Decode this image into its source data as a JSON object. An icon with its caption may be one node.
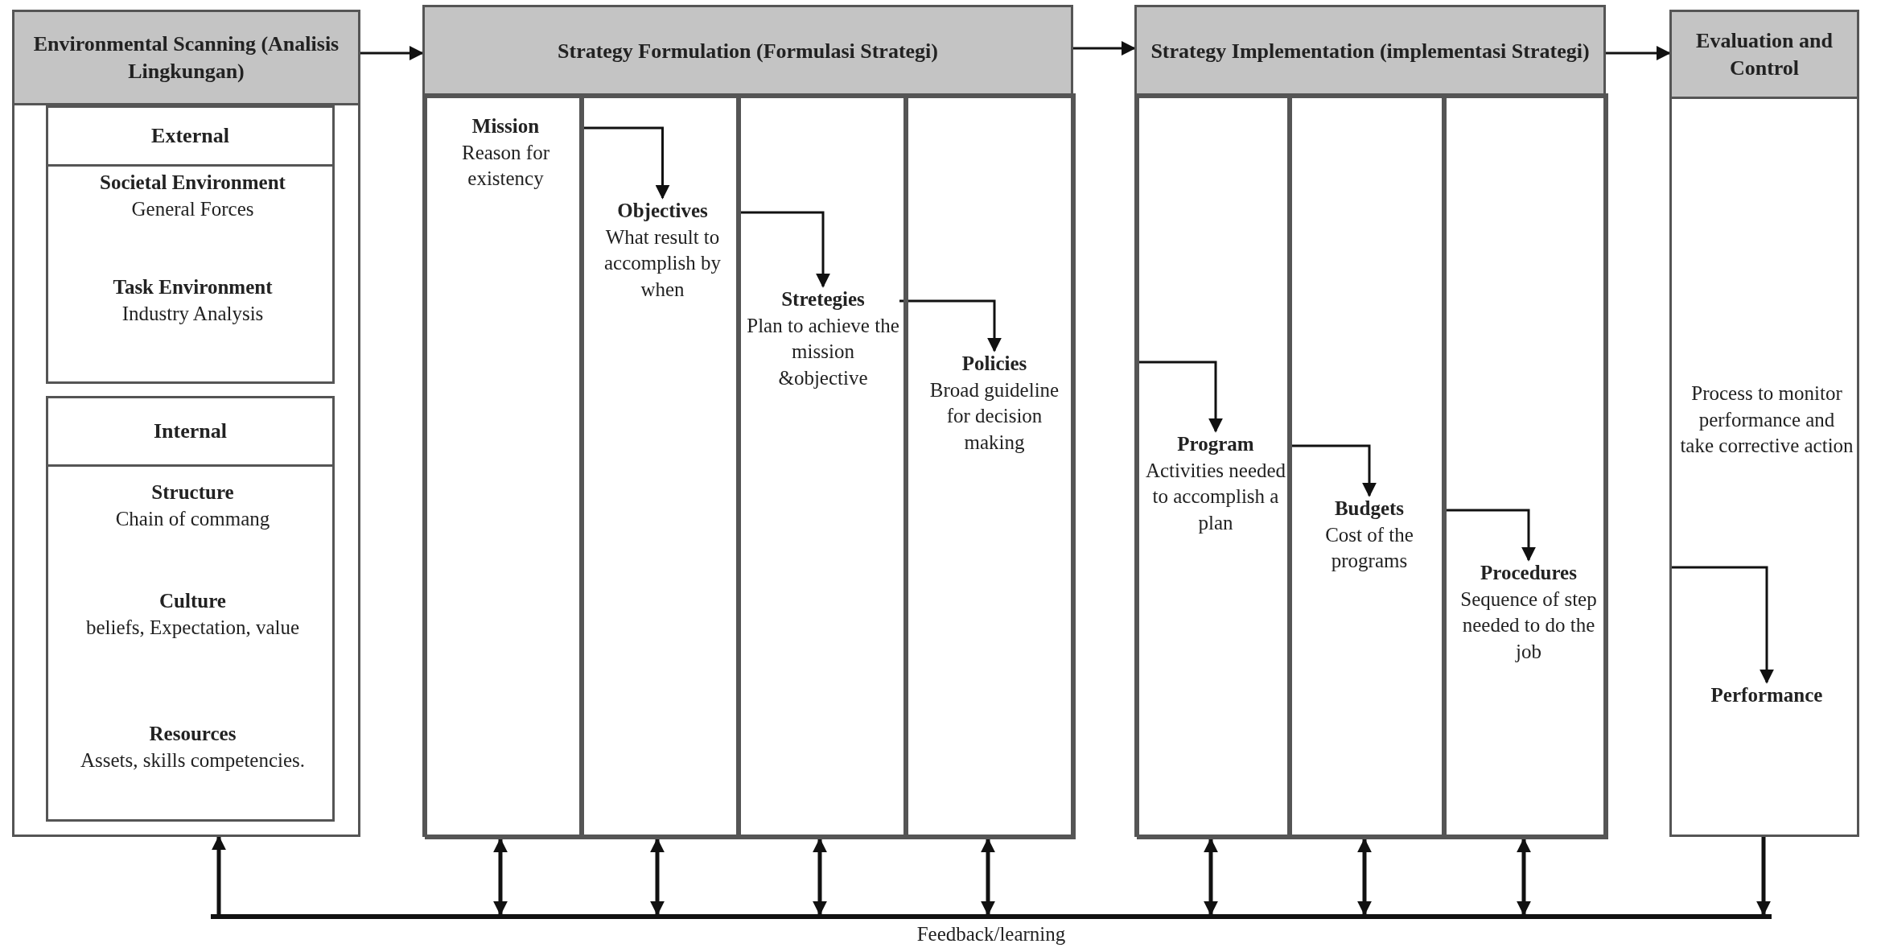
{
  "diagram": {
    "nodes": [
      {
        "text": [
          "Environmental Scanning (Analisis Lingkungan)"
        ]
      },
      {
        "text": [
          "External"
        ],
        "in": 0
      },
      {
        "text": [
          "Societal Environment",
          "General Forces"
        ],
        "in": 1
      },
      {
        "text": [
          "Task Environment",
          "Industry Analysis"
        ],
        "in": 1
      },
      {
        "text": [
          "Internal"
        ],
        "in": 0
      },
      {
        "text": [
          "Structure",
          "Chain of commang"
        ],
        "in": 4
      },
      {
        "text": [
          "Culture",
          "beliefs, Expectation, value"
        ],
        "in": 4
      },
      {
        "text": [
          "Resources",
          "Assets, skills competencies."
        ],
        "in": 4
      },
      {
        "text": [
          "Strategy Formulation (Formulasi Strategi)"
        ]
      },
      {
        "text": [],
        "shape": "box",
        "in": 8
      },
      {
        "text": [
          "Mission",
          "Reason for existency"
        ],
        "in": 9
      },
      {
        "text": [],
        "shape": "box",
        "in": 8
      },
      {
        "text": [
          "Objectives",
          "What result to accomplish by when"
        ],
        "in": 11
      },
      {
        "text": [],
        "shape": "box",
        "in": 8
      },
      {
        "text": [
          "Stretegies",
          "Plan to achieve the mission &objective"
        ],
        "in": 13
      },
      {
        "text": [],
        "shape": "box",
        "in": 8
      },
      {
        "text": [
          "Policies",
          "Broad guideline for decision making"
        ],
        "in": 15
      },
      {
        "text": [
          "Strategy Implementation (implementasi Strategi)"
        ]
      },
      {
        "text": [],
        "shape": "box",
        "in": 17
      },
      {
        "text": [
          "Program",
          "Activities needed to accomplish a plan"
        ],
        "in": 18
      },
      {
        "text": [],
        "shape": "box",
        "in": 17
      },
      {
        "text": [
          "Budgets",
          "Cost of the programs"
        ],
        "in": 20
      },
      {
        "text": [],
        "shape": "box",
        "in": 17
      },
      {
        "text": [
          "Procedures",
          "Sequence of step needed to do the job"
        ],
        "in": 22
      },
      {
        "text": [
          "Evaluation and Control"
        ]
      },
      {
        "text": [
          "Process to monitor performance and take corrective action"
        ],
        "in": 24
      },
      {
        "text": [
          "Performance"
        ],
        "in": 24
      },
      {
        "text": [
          "Feedback/learning"
        ]
      }
    ],
    "edges": [
      {
        "from": 0,
        "to": 8,
        "arrow": "to"
      },
      {
        "from": 8,
        "to": 17,
        "arrow": "to"
      },
      {
        "from": 17,
        "to": 24,
        "arrow": "to"
      },
      {
        "from": 10,
        "to": 12,
        "arrow": "to"
      },
      {
        "from": 12,
        "to": 14,
        "arrow": "to"
      },
      {
        "from": 14,
        "to": 16,
        "arrow": "to"
      },
      {
        "from": null,
        "to": 19,
        "arrow": "to"
      },
      {
        "from": 19,
        "to": 21,
        "arrow": "to"
      },
      {
        "from": 21,
        "to": 23,
        "arrow": "to"
      },
      {
        "from": null,
        "to": 26,
        "arrow": "to"
      },
      {
        "from": 27,
        "to": 0,
        "arrow": "to"
      },
      {
        "from": 9,
        "to": 27,
        "arrow": "both"
      },
      {
        "from": 11,
        "to": 27,
        "arrow": "both"
      },
      {
        "from": 13,
        "to": 27,
        "arrow": "both"
      },
      {
        "from": 15,
        "to": 27,
        "arrow": "both"
      },
      {
        "from": 18,
        "to": 27,
        "arrow": "both"
      },
      {
        "from": 20,
        "to": 27,
        "arrow": "both"
      },
      {
        "from": 22,
        "to": 27,
        "arrow": "both"
      },
      {
        "from": 24,
        "to": 27,
        "arrow": "to"
      }
    ]
  }
}
